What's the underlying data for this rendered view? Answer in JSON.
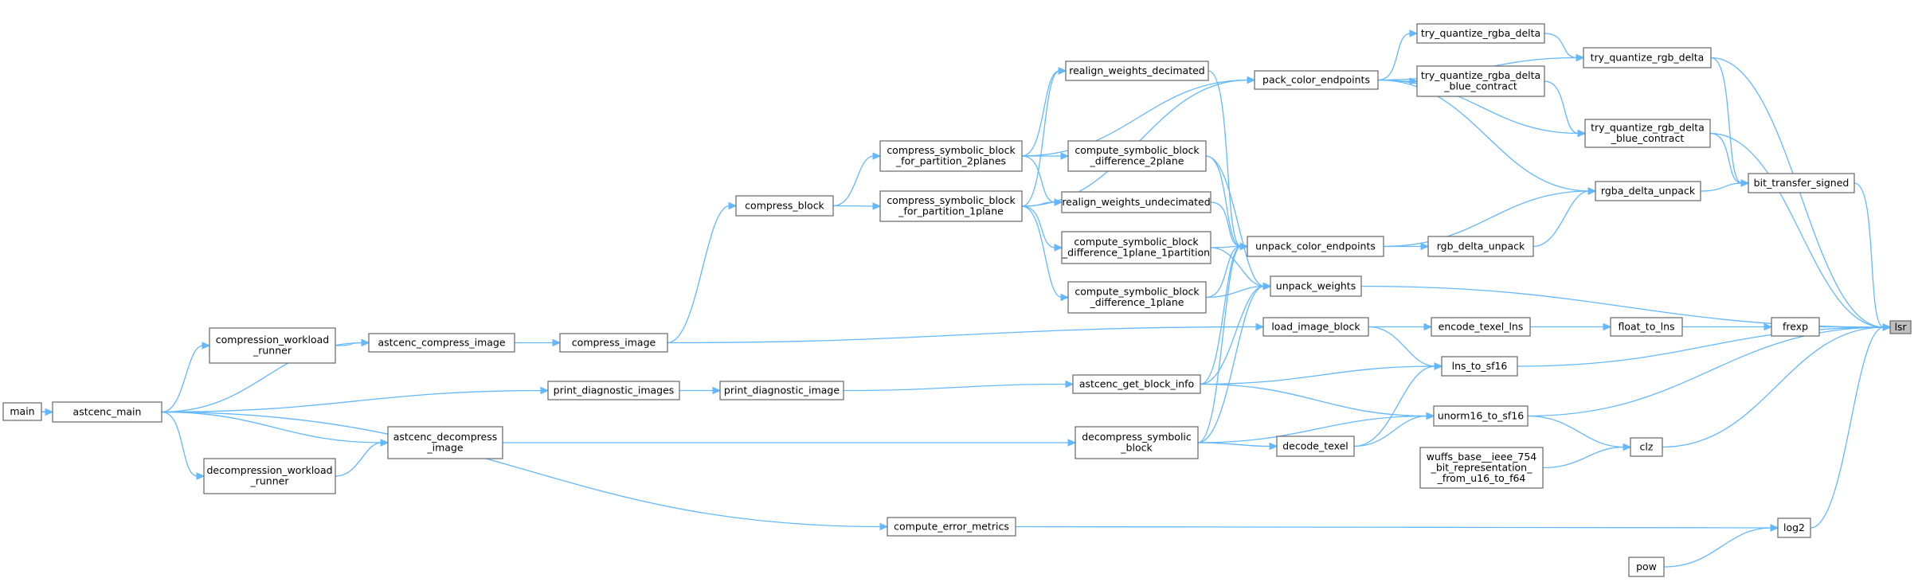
{
  "graph": {
    "focus": "lsr",
    "nodes": [
      {
        "id": "lsr",
        "lines": [
          "lsr"
        ],
        "focus": true
      },
      {
        "id": "main",
        "lines": [
          "main"
        ]
      },
      {
        "id": "astcenc_main",
        "lines": [
          "astcenc_main"
        ]
      },
      {
        "id": "compression_workload_runner",
        "lines": [
          "compression_workload",
          "_runner"
        ]
      },
      {
        "id": "decompression_workload_runner",
        "lines": [
          "decompression_workload",
          "_runner"
        ]
      },
      {
        "id": "astcenc_compress_image",
        "lines": [
          "astcenc_compress_image"
        ]
      },
      {
        "id": "astcenc_decompress_image",
        "lines": [
          "astcenc_decompress",
          "_image"
        ]
      },
      {
        "id": "compress_image",
        "lines": [
          "compress_image"
        ]
      },
      {
        "id": "compress_block",
        "lines": [
          "compress_block"
        ]
      },
      {
        "id": "print_diagnostic_images",
        "lines": [
          "print_diagnostic_images"
        ]
      },
      {
        "id": "print_diagnostic_image",
        "lines": [
          "print_diagnostic_image"
        ]
      },
      {
        "id": "compute_error_metrics",
        "lines": [
          "compute_error_metrics"
        ]
      },
      {
        "id": "csb_2planes",
        "lines": [
          "compress_symbolic_block",
          "_for_partition_2planes"
        ]
      },
      {
        "id": "csb_1plane",
        "lines": [
          "compress_symbolic_block",
          "_for_partition_1plane"
        ]
      },
      {
        "id": "realign_weights_decimated",
        "lines": [
          "realign_weights_decimated"
        ]
      },
      {
        "id": "compute_sbd_2plane",
        "lines": [
          "compute_symbolic_block",
          "_difference_2plane"
        ]
      },
      {
        "id": "realign_weights_undecimated",
        "lines": [
          "realign_weights_undecimated"
        ]
      },
      {
        "id": "compute_sbd_1plane_1partition",
        "lines": [
          "compute_symbolic_block",
          "_difference_1plane_1partition"
        ]
      },
      {
        "id": "compute_sbd_1plane",
        "lines": [
          "compute_symbolic_block",
          "_difference_1plane"
        ]
      },
      {
        "id": "astcenc_get_block_info",
        "lines": [
          "astcenc_get_block_info"
        ]
      },
      {
        "id": "decompress_symbolic_block",
        "lines": [
          "decompress_symbolic",
          "_block"
        ]
      },
      {
        "id": "pack_color_endpoints",
        "lines": [
          "pack_color_endpoints"
        ]
      },
      {
        "id": "unpack_color_endpoints",
        "lines": [
          "unpack_color_endpoints"
        ]
      },
      {
        "id": "unpack_weights",
        "lines": [
          "unpack_weights"
        ]
      },
      {
        "id": "load_image_block",
        "lines": [
          "load_image_block"
        ]
      },
      {
        "id": "decode_texel",
        "lines": [
          "decode_texel"
        ]
      },
      {
        "id": "try_quantize_rgba_delta",
        "lines": [
          "try_quantize_rgba_delta"
        ]
      },
      {
        "id": "try_quantize_rgba_delta_bc",
        "lines": [
          "try_quantize_rgba_delta",
          "_blue_contract"
        ]
      },
      {
        "id": "rgb_delta_unpack",
        "lines": [
          "rgb_delta_unpack"
        ]
      },
      {
        "id": "encode_texel_lns",
        "lines": [
          "encode_texel_lns"
        ]
      },
      {
        "id": "lns_to_sf16",
        "lines": [
          "lns_to_sf16"
        ]
      },
      {
        "id": "unorm16_to_sf16",
        "lines": [
          "unorm16_to_sf16"
        ]
      },
      {
        "id": "wuffs",
        "lines": [
          "wuffs_base__ieee_754",
          "_bit_representation_",
          "_from_u16_to_f64"
        ]
      },
      {
        "id": "try_quantize_rgb_delta",
        "lines": [
          "try_quantize_rgb_delta"
        ]
      },
      {
        "id": "try_quantize_rgb_delta_bc",
        "lines": [
          "try_quantize_rgb_delta",
          "_blue_contract"
        ]
      },
      {
        "id": "rgba_delta_unpack",
        "lines": [
          "rgba_delta_unpack"
        ]
      },
      {
        "id": "float_to_lns",
        "lines": [
          "float_to_lns"
        ]
      },
      {
        "id": "bit_transfer_signed",
        "lines": [
          "bit_transfer_signed"
        ]
      },
      {
        "id": "frexp",
        "lines": [
          "frexp"
        ]
      },
      {
        "id": "clz",
        "lines": [
          "clz"
        ]
      },
      {
        "id": "log2",
        "lines": [
          "log2"
        ]
      },
      {
        "id": "pow",
        "lines": [
          "pow"
        ]
      }
    ],
    "edges": [
      [
        "main",
        "astcenc_main"
      ],
      [
        "astcenc_main",
        "compression_workload_runner"
      ],
      [
        "astcenc_main",
        "astcenc_compress_image"
      ],
      [
        "astcenc_main",
        "print_diagnostic_images"
      ],
      [
        "astcenc_main",
        "astcenc_decompress_image"
      ],
      [
        "astcenc_main",
        "decompression_workload_runner"
      ],
      [
        "astcenc_main",
        "compute_error_metrics"
      ],
      [
        "compression_workload_runner",
        "astcenc_compress_image"
      ],
      [
        "decompression_workload_runner",
        "astcenc_decompress_image"
      ],
      [
        "astcenc_compress_image",
        "compress_image"
      ],
      [
        "compress_image",
        "compress_block"
      ],
      [
        "compress_image",
        "load_image_block"
      ],
      [
        "compress_block",
        "csb_2planes"
      ],
      [
        "compress_block",
        "csb_1plane"
      ],
      [
        "csb_2planes",
        "realign_weights_decimated"
      ],
      [
        "csb_2planes",
        "compute_sbd_2plane"
      ],
      [
        "csb_2planes",
        "realign_weights_undecimated"
      ],
      [
        "csb_2planes",
        "pack_color_endpoints"
      ],
      [
        "csb_1plane",
        "realign_weights_decimated"
      ],
      [
        "csb_1plane",
        "realign_weights_undecimated"
      ],
      [
        "csb_1plane",
        "compute_sbd_1plane_1partition"
      ],
      [
        "csb_1plane",
        "compute_sbd_1plane"
      ],
      [
        "csb_1plane",
        "pack_color_endpoints"
      ],
      [
        "realign_weights_decimated",
        "unpack_color_endpoints"
      ],
      [
        "realign_weights_undecimated",
        "unpack_color_endpoints"
      ],
      [
        "compute_sbd_2plane",
        "unpack_color_endpoints"
      ],
      [
        "compute_sbd_2plane",
        "unpack_weights"
      ],
      [
        "compute_sbd_1plane_1partition",
        "unpack_color_endpoints"
      ],
      [
        "compute_sbd_1plane_1partition",
        "unpack_weights"
      ],
      [
        "compute_sbd_1plane",
        "unpack_color_endpoints"
      ],
      [
        "compute_sbd_1plane",
        "unpack_weights"
      ],
      [
        "print_diagnostic_images",
        "print_diagnostic_image"
      ],
      [
        "print_diagnostic_image",
        "astcenc_get_block_info"
      ],
      [
        "astcenc_get_block_info",
        "unpack_color_endpoints"
      ],
      [
        "astcenc_get_block_info",
        "unpack_weights"
      ],
      [
        "astcenc_get_block_info",
        "lns_to_sf16"
      ],
      [
        "astcenc_get_block_info",
        "unorm16_to_sf16"
      ],
      [
        "astcenc_decompress_image",
        "decompress_symbolic_block"
      ],
      [
        "decompress_symbolic_block",
        "unpack_color_endpoints"
      ],
      [
        "decompress_symbolic_block",
        "unpack_weights"
      ],
      [
        "decompress_symbolic_block",
        "decode_texel"
      ],
      [
        "decompress_symbolic_block",
        "unorm16_to_sf16"
      ],
      [
        "compute_error_metrics",
        "log2"
      ],
      [
        "pack_color_endpoints",
        "try_quantize_rgba_delta"
      ],
      [
        "pack_color_endpoints",
        "try_quantize_rgb_delta"
      ],
      [
        "pack_color_endpoints",
        "try_quantize_rgba_delta_bc"
      ],
      [
        "pack_color_endpoints",
        "try_quantize_rgb_delta_bc"
      ],
      [
        "pack_color_endpoints",
        "rgba_delta_unpack"
      ],
      [
        "unpack_color_endpoints",
        "rgba_delta_unpack"
      ],
      [
        "unpack_color_endpoints",
        "rgb_delta_unpack"
      ],
      [
        "unpack_weights",
        "lsr"
      ],
      [
        "load_image_block",
        "encode_texel_lns"
      ],
      [
        "load_image_block",
        "lns_to_sf16"
      ],
      [
        "decode_texel",
        "lns_to_sf16"
      ],
      [
        "decode_texel",
        "unorm16_to_sf16"
      ],
      [
        "try_quantize_rgba_delta",
        "try_quantize_rgb_delta"
      ],
      [
        "try_quantize_rgba_delta_bc",
        "try_quantize_rgb_delta_bc"
      ],
      [
        "rgb_delta_unpack",
        "rgba_delta_unpack"
      ],
      [
        "encode_texel_lns",
        "float_to_lns"
      ],
      [
        "lns_to_sf16",
        "lsr"
      ],
      [
        "unorm16_to_sf16",
        "clz"
      ],
      [
        "unorm16_to_sf16",
        "lsr"
      ],
      [
        "wuffs",
        "clz"
      ],
      [
        "try_quantize_rgb_delta",
        "bit_transfer_signed"
      ],
      [
        "try_quantize_rgb_delta",
        "lsr"
      ],
      [
        "try_quantize_rgb_delta_bc",
        "bit_transfer_signed"
      ],
      [
        "try_quantize_rgb_delta_bc",
        "lsr"
      ],
      [
        "rgba_delta_unpack",
        "bit_transfer_signed"
      ],
      [
        "float_to_lns",
        "frexp"
      ],
      [
        "bit_transfer_signed",
        "lsr"
      ],
      [
        "frexp",
        "lsr"
      ],
      [
        "clz",
        "lsr"
      ],
      [
        "log2",
        "lsr"
      ],
      [
        "pow",
        "log2"
      ]
    ]
  }
}
